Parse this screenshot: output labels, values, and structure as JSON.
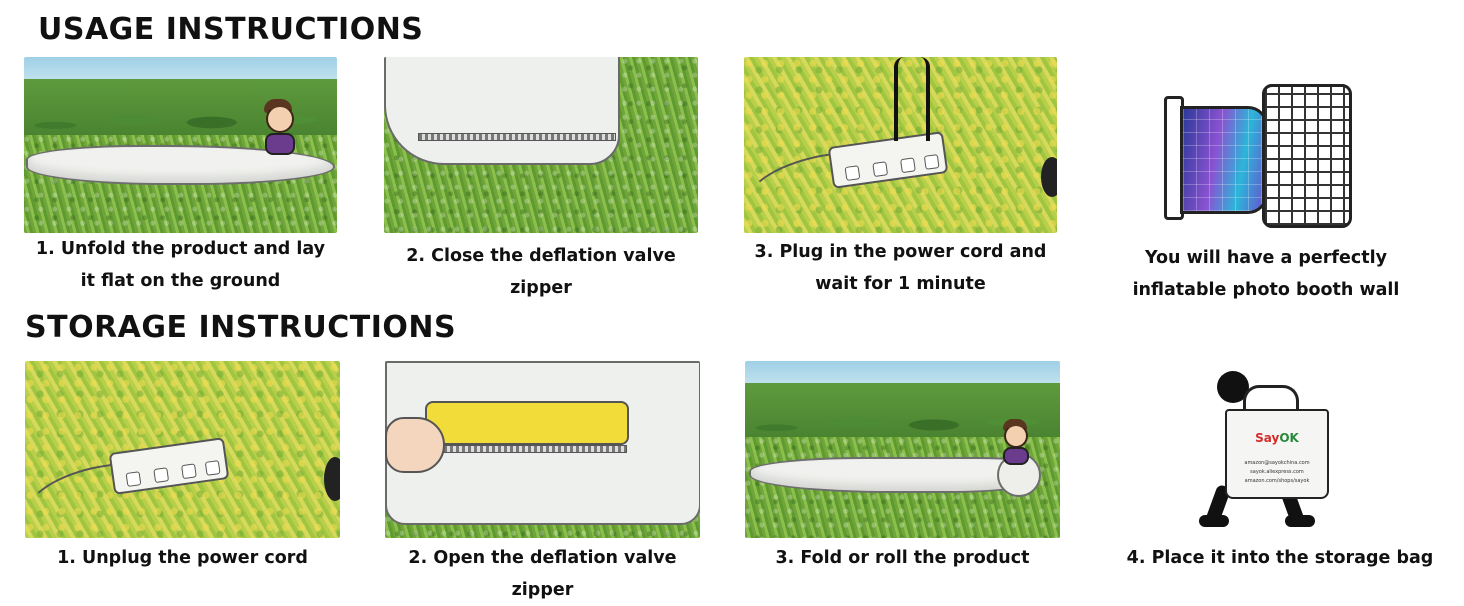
{
  "usage": {
    "heading": "USAGE INSTRUCTIONS",
    "steps": [
      {
        "caption_line1": "1. Unfold the product and lay",
        "caption_line2": "it flat on the ground"
      },
      {
        "caption_line1": "2. Close the deflation valve zipper"
      },
      {
        "caption_line1": "3. Plug in the power cord and",
        "caption_line2": "wait for 1 minute"
      },
      {
        "caption_line1": "You will have a perfectly",
        "caption_line2": "inflatable photo booth wall"
      }
    ]
  },
  "storage": {
    "heading": "STORAGE INSTRUCTIONS",
    "steps": [
      {
        "caption_line1": "1. Unplug the power cord"
      },
      {
        "caption_line1": "2. Open the deflation valve zipper"
      },
      {
        "caption_line1": "3. Fold or roll the product"
      },
      {
        "caption_line1": "4. Place it into the storage bag"
      }
    ]
  },
  "bag": {
    "brand_a": "Say",
    "brand_b": "OK",
    "lines": [
      "amazon@sayokchina.com",
      "sayok.aliexpress.com",
      "amazon.com/shops/sayok"
    ]
  },
  "colors": {
    "heading": "#111111",
    "grass_green": "#7db443",
    "grass_yellow": "#c4d450",
    "booth_gradient": "#8a52d1",
    "brand_red": "#d62b2b",
    "brand_green": "#2a8a3b"
  },
  "icons": [
    "kid-figure-icon",
    "deflated-wall-icon",
    "zipper-icon",
    "power-strip-icon",
    "power-plug-icon",
    "booth-wall-icon",
    "storage-bag-icon",
    "person-carrying-icon"
  ]
}
